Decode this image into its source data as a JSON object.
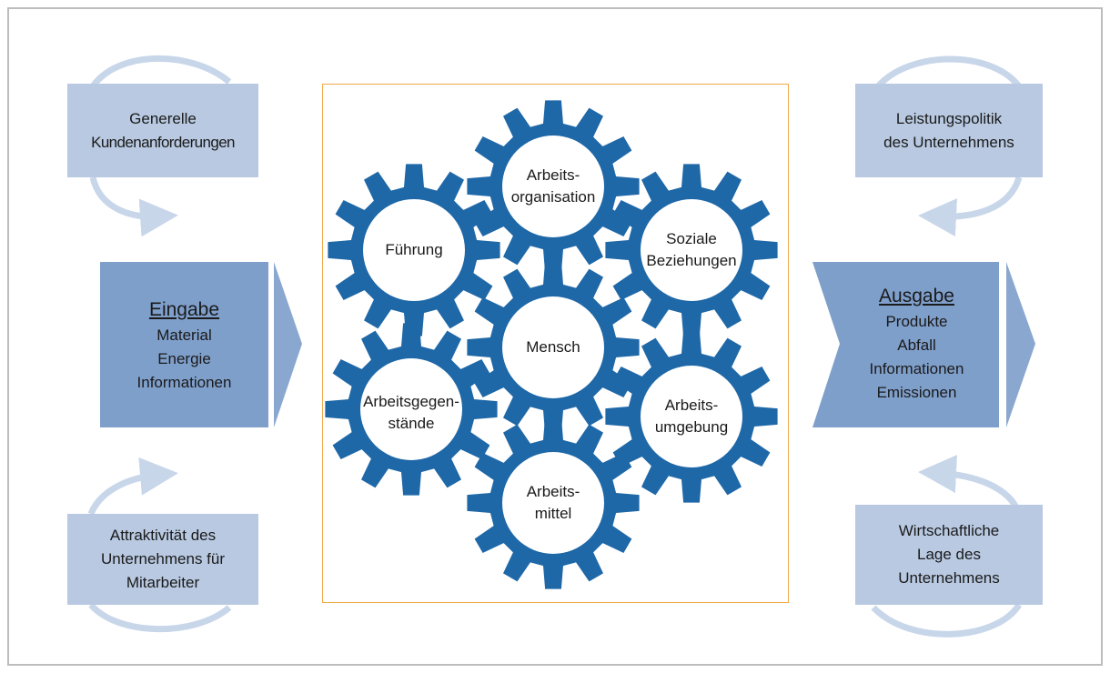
{
  "colors": {
    "box_fill": "#b8c9e1",
    "arrow_fill": "#7f9fcb",
    "arrow_light": "#aabfdc",
    "gear_fill": "#1f68a8",
    "panel_border": "#f0a94a",
    "cycle_arrow": "#c8d6ea"
  },
  "influences": {
    "top_left": {
      "lines": [
        "Generelle",
        "Kundenanforderungen"
      ]
    },
    "bottom_left": {
      "lines": [
        "Attraktivität des",
        "Unternehmens für",
        "Mitarbeiter"
      ]
    },
    "top_right": {
      "lines": [
        "Leistungspolitik",
        "des Unternehmens"
      ]
    },
    "bottom_right": {
      "lines": [
        "Wirtschaftliche",
        "Lage des",
        "Unternehmens"
      ]
    }
  },
  "input": {
    "heading": "Eingabe",
    "items": [
      "Material",
      "Energie",
      "Informationen"
    ]
  },
  "output": {
    "heading": "Ausgabe",
    "items": [
      "Produkte",
      "Abfall",
      "Informationen",
      "Emissionen"
    ]
  },
  "gears": {
    "fuehrung": {
      "lines": [
        "Führung"
      ]
    },
    "arbeitsorganisation": {
      "lines": [
        "Arbeits-",
        "organisation"
      ]
    },
    "soziale_beziehungen": {
      "lines": [
        "Soziale",
        "Beziehungen"
      ]
    },
    "mensch": {
      "lines": [
        "Mensch"
      ]
    },
    "arbeitsgegenstaende": {
      "lines": [
        "Arbeitsgegen-",
        "stände"
      ]
    },
    "arbeitsumgebung": {
      "lines": [
        "Arbeits-",
        "umgebung"
      ]
    },
    "arbeitsmittel": {
      "lines": [
        "Arbeits-",
        "mittel"
      ]
    }
  }
}
